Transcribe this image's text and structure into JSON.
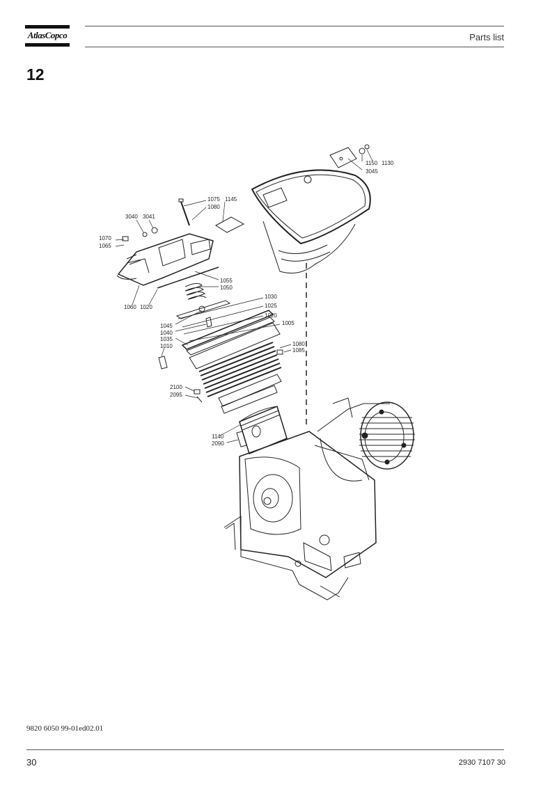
{
  "header": {
    "logo_text": "AtlasCopco",
    "section_title": "Parts list"
  },
  "page": {
    "heading": "12"
  },
  "diagram": {
    "callouts": [
      {
        "id": "c1130",
        "text": "1130"
      },
      {
        "id": "c1150",
        "text": "1150"
      },
      {
        "id": "c3045",
        "text": "3045"
      },
      {
        "id": "c1075",
        "text": "1075"
      },
      {
        "id": "c1145",
        "text": "1145"
      },
      {
        "id": "c1080",
        "text": "1080"
      },
      {
        "id": "c3040",
        "text": "3040"
      },
      {
        "id": "c3041",
        "text": "3041"
      },
      {
        "id": "c1070",
        "text": "1070"
      },
      {
        "id": "c1065",
        "text": "1065"
      },
      {
        "id": "c1055",
        "text": "1055"
      },
      {
        "id": "c1050",
        "text": "1050"
      },
      {
        "id": "c1060",
        "text": "1060"
      },
      {
        "id": "c1020a",
        "text": "1020"
      },
      {
        "id": "c1030",
        "text": "1030"
      },
      {
        "id": "c1025",
        "text": "1025"
      },
      {
        "id": "c1020b",
        "text": "1020"
      },
      {
        "id": "c1005",
        "text": "1005"
      },
      {
        "id": "c1045",
        "text": "1045"
      },
      {
        "id": "c1040",
        "text": "1040"
      },
      {
        "id": "c1035",
        "text": "1035"
      },
      {
        "id": "c1010",
        "text": "1010"
      },
      {
        "id": "c1080b",
        "text": "1080"
      },
      {
        "id": "c1085",
        "text": "1085"
      },
      {
        "id": "c2100",
        "text": "2100"
      },
      {
        "id": "c2095",
        "text": "2095"
      },
      {
        "id": "c1140",
        "text": "1140"
      },
      {
        "id": "c2090",
        "text": "2090"
      }
    ]
  },
  "footer": {
    "doc_id": "9820 6050 99-01ed02.01",
    "page_number": "30",
    "part_number": "2930 7107 30"
  }
}
